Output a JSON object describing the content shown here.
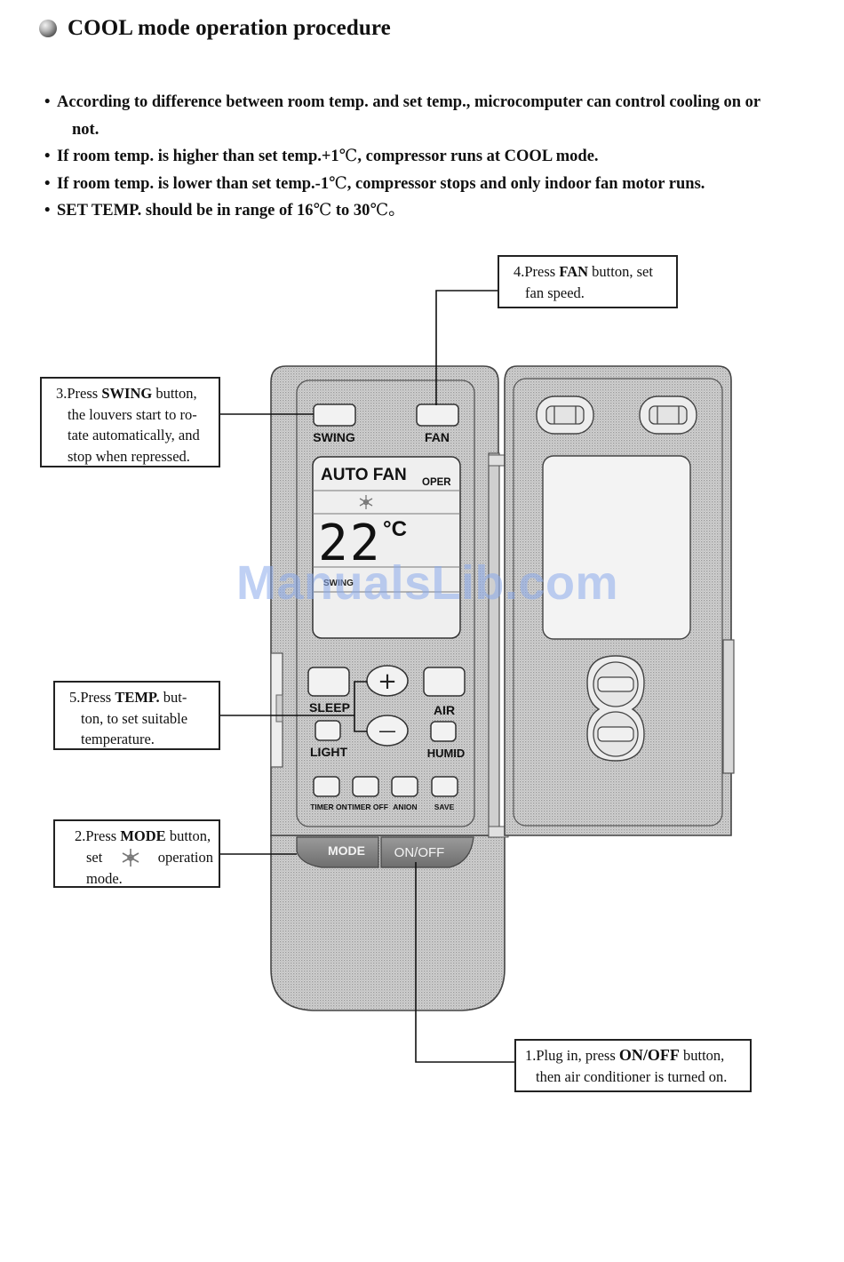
{
  "section": {
    "title": "COOL mode operation procedure"
  },
  "bullets": [
    {
      "mark": "•",
      "line1": "According to difference between room temp. and set temp., microcomputer can control cooling on or",
      "line2": "not."
    },
    {
      "mark": "•",
      "pre": "If room temp. is higher than set temp.+1",
      "unit": "℃",
      "post": ", compressor runs at COOL mode."
    },
    {
      "mark": "•",
      "pre": "If room temp. is lower than set temp.-1",
      "unit": "℃",
      "post": ", compressor stops and only indoor fan motor runs."
    },
    {
      "mark": "•",
      "pre": "SET TEMP. should be in range of 16",
      "unit": "℃",
      "mid": " to 30",
      "unit2": "℃",
      "post": "。"
    }
  ],
  "callouts": {
    "fan": {
      "pre": "4.Press ",
      "key": "FAN",
      "post": " button, set",
      "line2": "fan speed."
    },
    "swing": {
      "pre": "3.Press ",
      "key": "SWING",
      "post": " button,",
      "line2": "the louvers start to ro-",
      "line3": "tate automatically, and",
      "line4": "stop when repressed."
    },
    "temp": {
      "pre": "5.Press ",
      "key": "TEMP.",
      "post": " but-",
      "line2": "ton, to set suitable",
      "line3": "temperature."
    },
    "mode": {
      "pre": "2.Press ",
      "key": "MODE",
      "post": " button,",
      "line2a": "set",
      "line2b": "operation",
      "line3": "mode."
    },
    "onoff": {
      "pre": "1.Plug in, press ",
      "key": "ON/OFF",
      "post": " button,",
      "line2": "then air conditioner is turned on."
    }
  },
  "remote": {
    "swing_label": "SWING",
    "fan_label": "FAN",
    "display_mode": "AUTO FAN",
    "display_oper": "OPER",
    "display_temp": "22",
    "display_unit": "°C",
    "display_swing": "SWING",
    "sleep_label": "SLEEP",
    "air_label": "AIR",
    "light_label": "LIGHT",
    "humid_label": "HUMID",
    "timer_on_label": "TIMER ON",
    "timer_off_label": "TIMER OFF",
    "anion_label": "ANION",
    "save_label": "SAVE",
    "mode_label": "MODE",
    "onoff_label": "ON/OFF",
    "plus_symbol": "+",
    "minus_symbol": "—"
  },
  "watermark": "ManualsLib.com",
  "colors": {
    "remote_body": "#cfcfcf",
    "display_bg": "#efefef",
    "dark_button": "#8a8a8a"
  }
}
